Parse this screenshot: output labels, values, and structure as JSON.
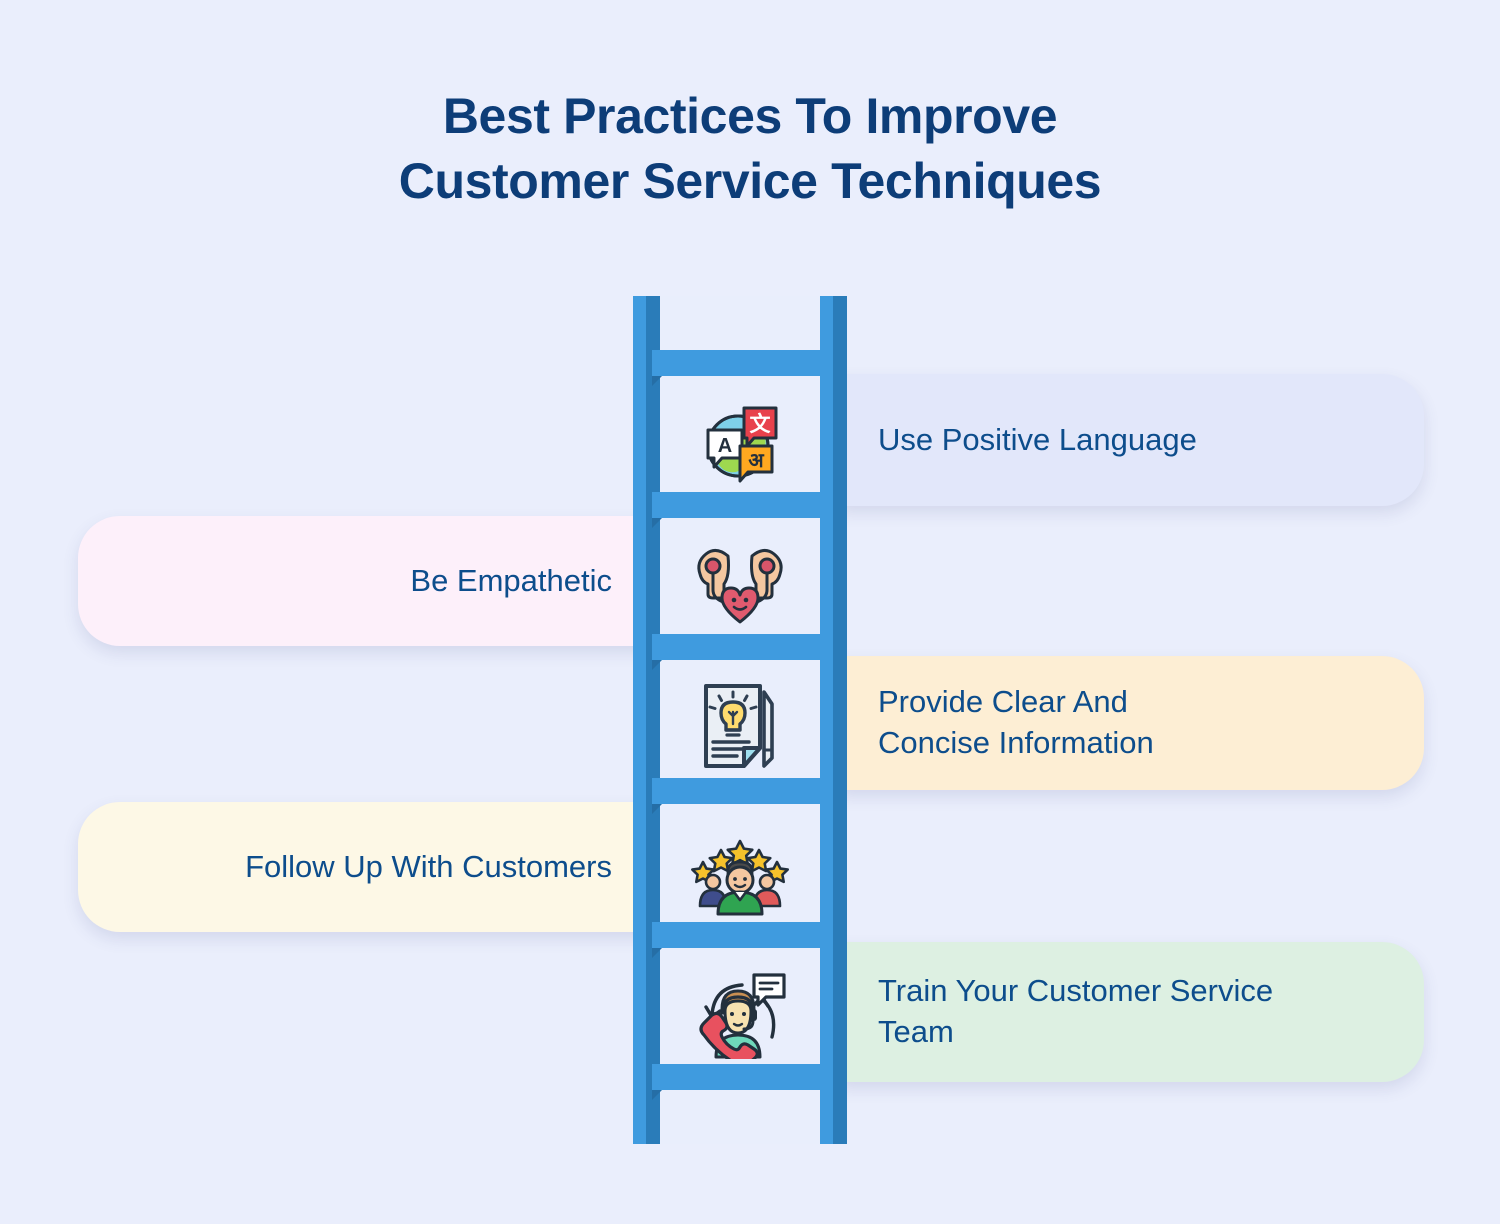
{
  "page": {
    "background_color": "#eaeefc",
    "title_color": "#0d3d78",
    "label_text_color": "#0d4d8c",
    "ladder_color_light": "#3f9bdf",
    "ladder_color_dark": "#2a7cb9"
  },
  "header": {
    "title_line1": "Best Practices To Improve",
    "title_line2": "Customer Service Techniques"
  },
  "ladder": {
    "name": "ladder-graphic",
    "step_count": 5
  },
  "steps": [
    {
      "index": 1,
      "label": "Use Positive Language",
      "label_line2": "",
      "side": "right",
      "card_color": "#e2e7fa",
      "icon": "globe-translate-icon"
    },
    {
      "index": 2,
      "label": "Be Empathetic",
      "label_line2": "",
      "side": "left",
      "card_color": "#fdf0fa",
      "icon": "empathy-heads-heart-icon"
    },
    {
      "index": 3,
      "label": "Provide Clear And",
      "label_line2": "Concise Information",
      "side": "right",
      "card_color": "#fdeed4",
      "icon": "document-idea-pencil-icon"
    },
    {
      "index": 4,
      "label": "Follow Up With Customers",
      "label_line2": "",
      "side": "left",
      "card_color": "#fdf8e6",
      "icon": "customer-five-stars-icon"
    },
    {
      "index": 5,
      "label": "Train Your Customer Service",
      "label_line2": "Team",
      "side": "right",
      "card_color": "#ddf0e2",
      "icon": "support-agent-headset-icon"
    }
  ]
}
